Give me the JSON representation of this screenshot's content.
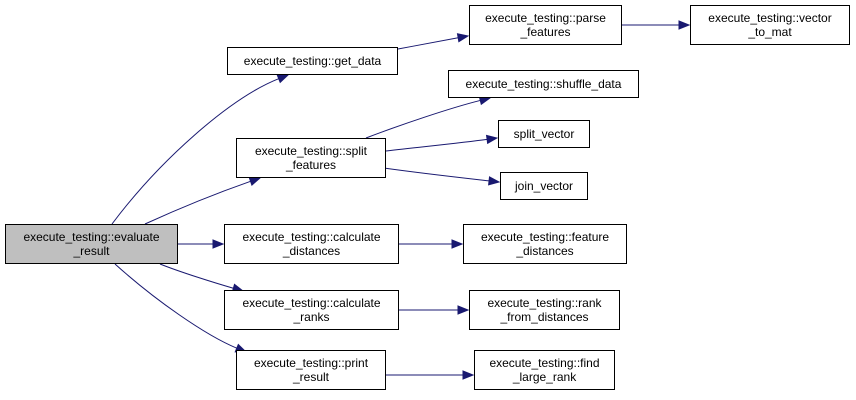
{
  "colors": {
    "edge": "#191970",
    "root_fill": "#bfbfbf",
    "node_fill": "#ffffff",
    "border": "#000000"
  },
  "nodes": [
    {
      "id": "evaluate_result",
      "lines": [
        "execute_testing::evaluate",
        "_result"
      ],
      "root": true
    },
    {
      "id": "get_data",
      "lines": [
        "execute_testing::get_data"
      ]
    },
    {
      "id": "split_features",
      "lines": [
        "execute_testing::split",
        "_features"
      ]
    },
    {
      "id": "calculate_distances",
      "lines": [
        "execute_testing::calculate",
        "_distances"
      ]
    },
    {
      "id": "calculate_ranks",
      "lines": [
        "execute_testing::calculate",
        "_ranks"
      ]
    },
    {
      "id": "print_result",
      "lines": [
        "execute_testing::print",
        "_result"
      ]
    },
    {
      "id": "parse_features",
      "lines": [
        "execute_testing::parse",
        "_features"
      ]
    },
    {
      "id": "vector_to_mat",
      "lines": [
        "execute_testing::vector",
        "_to_mat"
      ]
    },
    {
      "id": "shuffle_data",
      "lines": [
        "execute_testing::shuffle_data"
      ]
    },
    {
      "id": "split_vector",
      "lines": [
        "split_vector"
      ]
    },
    {
      "id": "join_vector",
      "lines": [
        "join_vector"
      ]
    },
    {
      "id": "feature_distances",
      "lines": [
        "execute_testing::feature",
        "_distances"
      ]
    },
    {
      "id": "rank_from_distances",
      "lines": [
        "execute_testing::rank",
        "_from_distances"
      ]
    },
    {
      "id": "find_large_rank",
      "lines": [
        "execute_testing::find",
        "_large_rank"
      ]
    }
  ],
  "edges": [
    [
      "evaluate_result",
      "get_data"
    ],
    [
      "evaluate_result",
      "split_features"
    ],
    [
      "evaluate_result",
      "calculate_distances"
    ],
    [
      "evaluate_result",
      "calculate_ranks"
    ],
    [
      "evaluate_result",
      "print_result"
    ],
    [
      "get_data",
      "parse_features"
    ],
    [
      "parse_features",
      "vector_to_mat"
    ],
    [
      "split_features",
      "shuffle_data"
    ],
    [
      "split_features",
      "split_vector"
    ],
    [
      "split_features",
      "join_vector"
    ],
    [
      "calculate_distances",
      "feature_distances"
    ],
    [
      "calculate_ranks",
      "rank_from_distances"
    ],
    [
      "print_result",
      "find_large_rank"
    ]
  ]
}
